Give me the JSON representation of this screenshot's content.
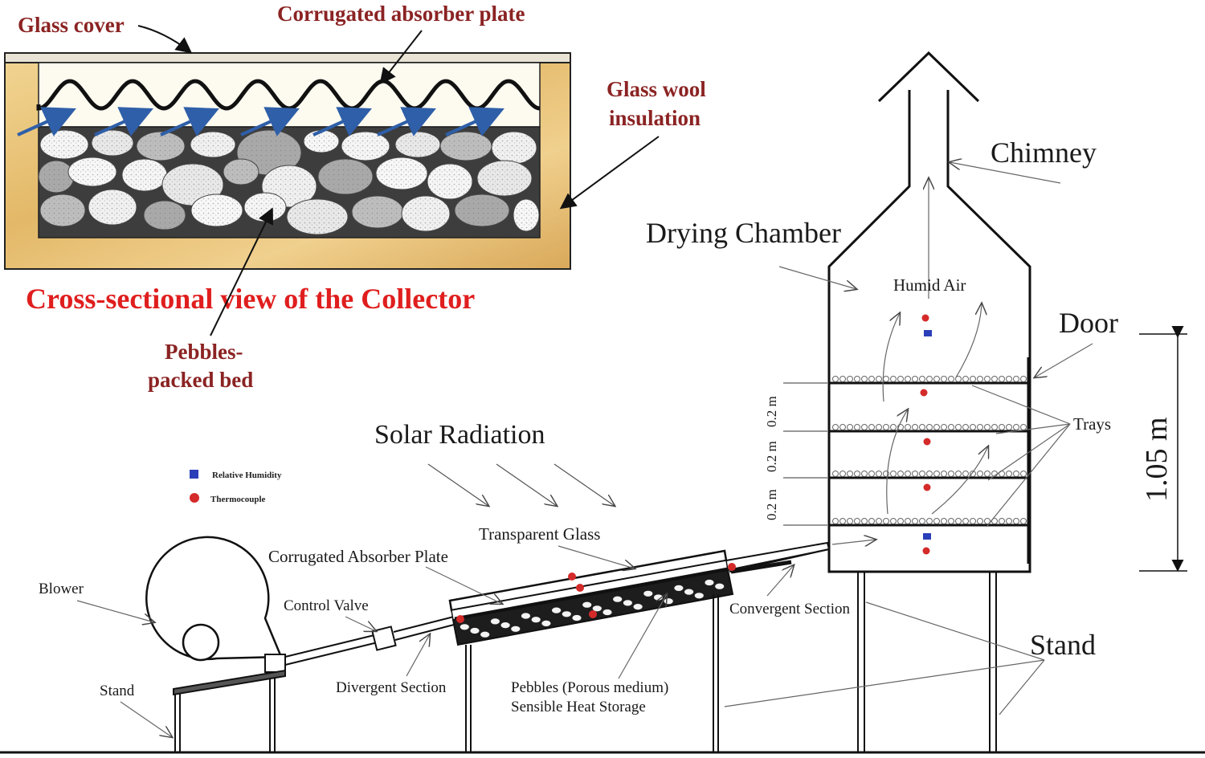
{
  "inset": {
    "title": "Cross-sectional view of the Collector",
    "labels": {
      "glass_cover": "Glass cover",
      "absorber": "Corrugated absorber plate",
      "insulation_1": "Glass wool",
      "insulation_2": "insulation",
      "pebbles_1": "Pebbles-",
      "pebbles_2": "packed bed"
    }
  },
  "main": {
    "solar_radiation": "Solar Radiation",
    "chimney": "Chimney",
    "drying_chamber": "Drying Chamber",
    "humid_air": "Humid Air",
    "door": "Door",
    "trays": "Trays",
    "height": "1.05 m",
    "tray_spacing": [
      "0.2 m",
      "0.2 m",
      "0.2 m"
    ],
    "transparent_glass": "Transparent Glass",
    "corrugated_plate": "Corrugated Absorber Plate",
    "blower": "Blower",
    "control_valve": "Control Valve",
    "stand_small": "Stand",
    "divergent": "Divergent Section",
    "pebbles_1": "Pebbles (Porous medium)",
    "pebbles_2": "Sensible Heat Storage",
    "convergent": "Convergent Section",
    "stand_big": "Stand"
  },
  "legend": {
    "items": [
      {
        "label": "Relative Humidity",
        "color": "#2b3fb8",
        "shape": "square"
      },
      {
        "label": "Thermocouple",
        "color": "#d42a2a",
        "shape": "circle"
      }
    ]
  },
  "colors": {
    "label_dark_red": "#8b2323",
    "title_red": "#e01e1e",
    "arrow_blue": "#2f5fa8",
    "insulation": "#e8c27a",
    "sensor_red": "#d42a2a",
    "sensor_blue": "#2b3fb8"
  }
}
